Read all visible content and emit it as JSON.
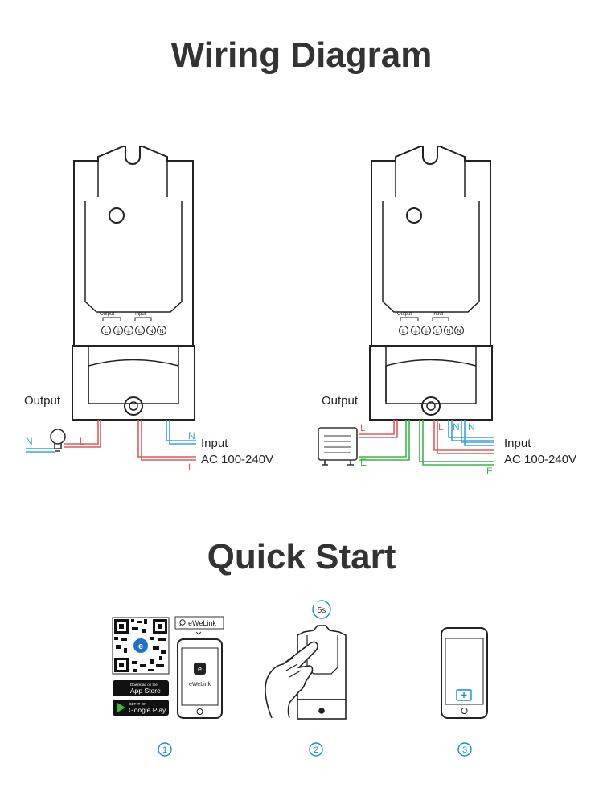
{
  "wiring": {
    "title": "Wiring Diagram",
    "left": {
      "output_label": "Output",
      "input_label": "Input",
      "ac_label": "AC 100-240V",
      "wire_n": "N",
      "wire_l": "L",
      "terminals": {
        "output": "Output",
        "input": "Input",
        "t1": "L",
        "t2": "⏚",
        "t3": "⏚",
        "t4": "L",
        "t5": "N",
        "t6": "N"
      }
    },
    "right": {
      "output_label": "Output",
      "input_label": "Input",
      "ac_label": "AC 100-240V",
      "wire_n": "N",
      "wire_l": "L",
      "wire_e": "E",
      "terminals": {
        "output": "Output",
        "input": "Input",
        "t1": "L",
        "t2": "⏚",
        "t3": "⏚",
        "t4": "L",
        "t5": "N",
        "t6": "N"
      }
    }
  },
  "quickstart": {
    "title": "Quick Start",
    "search_label": "eWeLink",
    "app_name": "eWeLink",
    "app_store_small": "Download on the",
    "app_store_big": "App Store",
    "google_small": "GET IT ON",
    "google_big": "Google Play",
    "timer": "5s",
    "steps": [
      "1",
      "2",
      "3"
    ]
  },
  "colors": {
    "neutral": "#3aa0e6",
    "live": "#e25a5a",
    "earth": "#3bb54a",
    "step": "#1a8cd8"
  }
}
